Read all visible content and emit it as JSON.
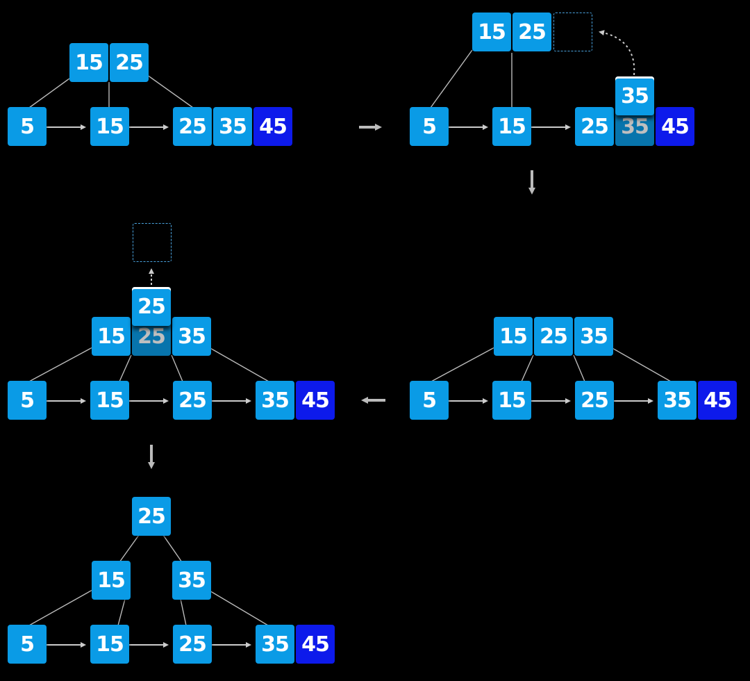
{
  "colors": {
    "key_node": "#0a9be6",
    "inserted_key": "#0d1aeb",
    "background": "#000000",
    "edge": "#cccccc"
  },
  "stages": {
    "s1": {
      "root": [
        "15",
        "25"
      ],
      "leaves": [
        "5",
        "15",
        "25",
        "35",
        "45"
      ]
    },
    "s2": {
      "root": [
        "15",
        "25"
      ],
      "promoted": "35",
      "leaves": [
        "5",
        "15",
        "25",
        "35",
        "45"
      ]
    },
    "s3": {
      "root": [
        "15",
        "25",
        "35"
      ],
      "leaves": [
        "5",
        "15",
        "25",
        "35",
        "45"
      ]
    },
    "s4": {
      "root": [
        "15",
        "25",
        "35"
      ],
      "promoted": "25",
      "leaves": [
        "5",
        "15",
        "25",
        "35",
        "45"
      ]
    },
    "s5": {
      "root": [
        "25"
      ],
      "internal_left": [
        "15"
      ],
      "internal_right": [
        "35"
      ],
      "leaves": [
        "5",
        "15",
        "25",
        "35",
        "45"
      ]
    }
  },
  "icons": {
    "step_arrow": "arrow-icon",
    "promote_arrow": "dotted-curved-arrow-icon"
  }
}
